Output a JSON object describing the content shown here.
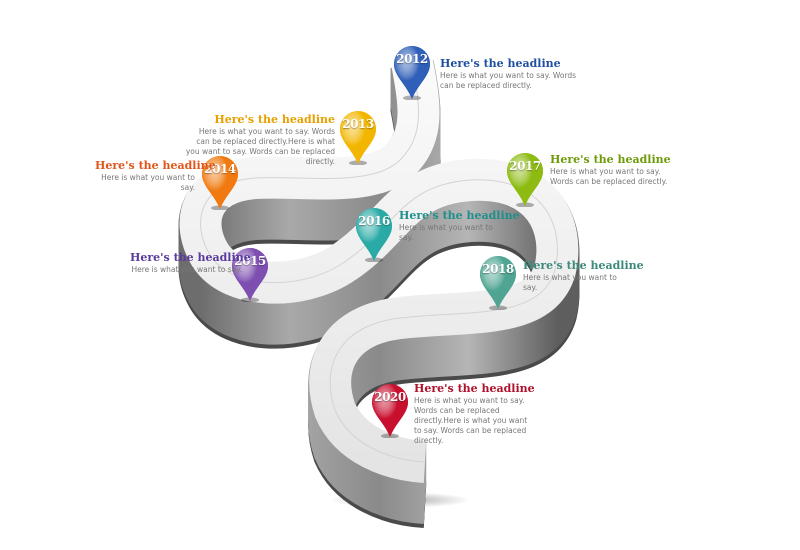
{
  "milestones": [
    {
      "year": "2012",
      "color": "#2f5fb8",
      "headline": "Here's the headline",
      "body": "Here is what you want to say. Words can be replaced directly."
    },
    {
      "year": "2013",
      "color": "#f2b600",
      "headline": "Here's the headline",
      "body": "Here is what you want to say. Words can be replaced directly.Here is what you want to say. Words can be replaced directly."
    },
    {
      "year": "2014",
      "color": "#f07a10",
      "headline": "Here's the headline",
      "body": "Here is what you want to say."
    },
    {
      "year": "2015",
      "color": "#7e4fb0",
      "headline": "Here's the headline",
      "body": "Here is what you want to say."
    },
    {
      "year": "2016",
      "color": "#2aaaa6",
      "headline": "Here's the headline",
      "body": "Here is what you want to say."
    },
    {
      "year": "2017",
      "color": "#8dbb12",
      "headline": "Here's the headline",
      "body": "Here is what you want to say. Words can be replaced directly."
    },
    {
      "year": "2018",
      "color": "#4fa592",
      "headline": "Here's the headline",
      "body": "Here is what you want to say."
    },
    {
      "year": "2020",
      "color": "#c8102e",
      "headline": "Here's the headline",
      "body": "Here is what you want to say. Words can be replaced directly.Here is what you want to say. Words can be replaced directly."
    }
  ],
  "headline_colors": [
    "#1f4f9e",
    "#e8a000",
    "#e0561a",
    "#5a3a9e",
    "#1e8f8b",
    "#6f9a0a",
    "#3b8a7a",
    "#b0102a"
  ]
}
